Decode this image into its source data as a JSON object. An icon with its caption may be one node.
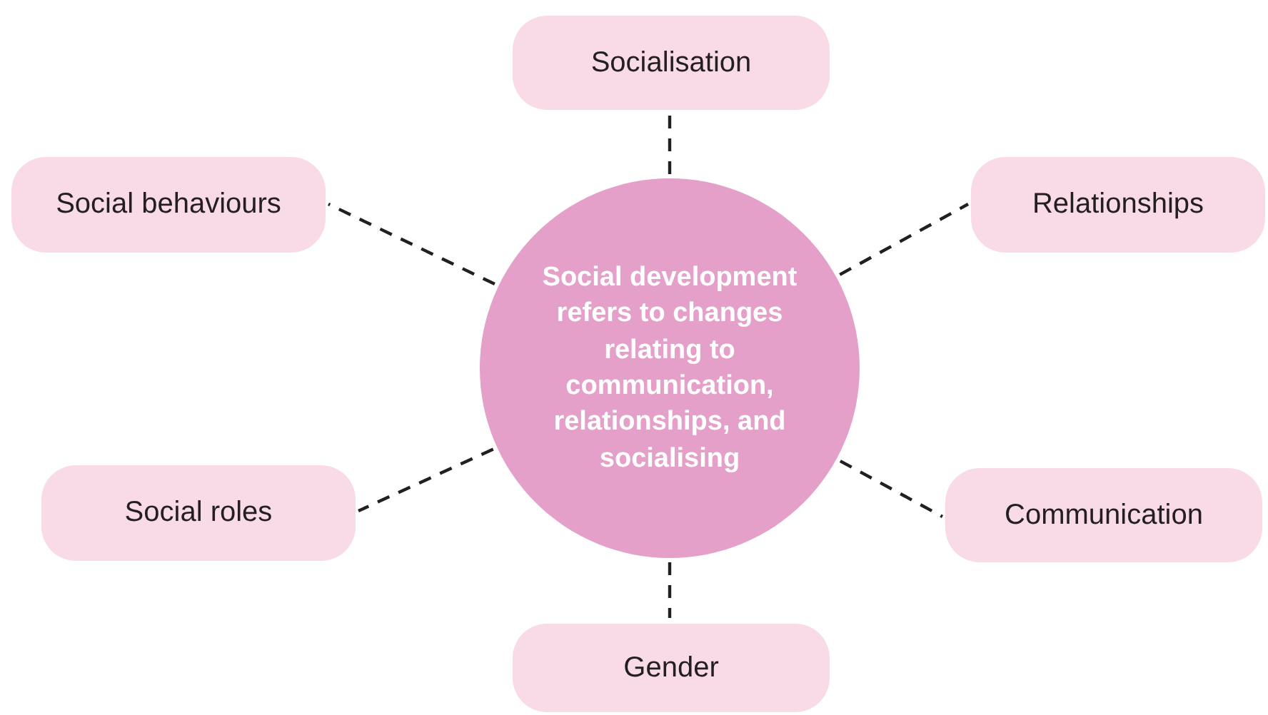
{
  "diagram": {
    "nodes": [
      {
        "text": [
          "Socialisation"
        ]
      },
      {
        "text": [
          "Social behaviours"
        ]
      },
      {
        "text": [
          "Relationships"
        ]
      },
      {
        "text": [
          "Social development refers to changes relating to communication, relationships, and socialising"
        ]
      },
      {
        "text": [
          "Social roles"
        ]
      },
      {
        "text": [
          "Communication"
        ]
      },
      {
        "text": [
          "Gender"
        ]
      }
    ],
    "edges": [
      {
        "from": 3,
        "to": 0,
        "arrow": "none",
        "style": "dashed"
      },
      {
        "from": 3,
        "to": 1,
        "arrow": "none",
        "style": "dashed"
      },
      {
        "from": 3,
        "to": 2,
        "arrow": "none",
        "style": "dashed"
      },
      {
        "from": 3,
        "to": 4,
        "arrow": "none",
        "style": "dashed"
      },
      {
        "from": 3,
        "to": 5,
        "arrow": "none",
        "style": "dashed"
      },
      {
        "from": 3,
        "to": 6,
        "arrow": "none",
        "style": "dashed"
      }
    ]
  }
}
